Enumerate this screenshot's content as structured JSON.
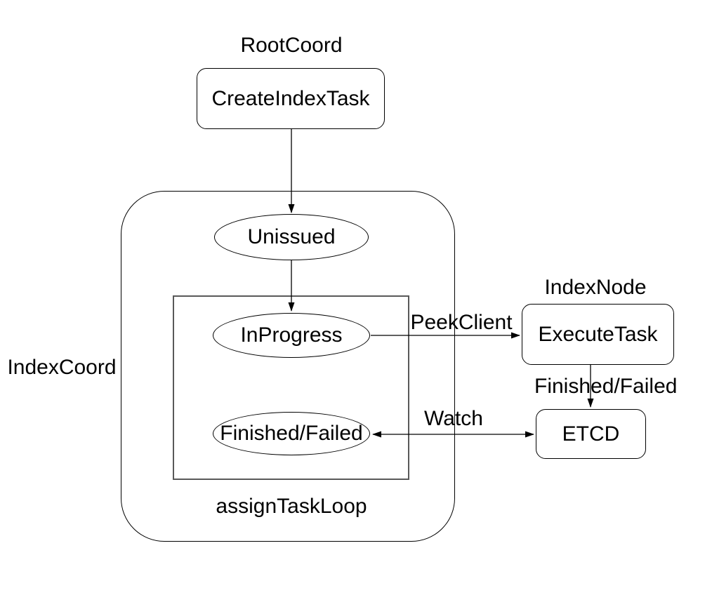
{
  "diagram": {
    "labels": {
      "root_coord": "RootCoord",
      "index_coord": "IndexCoord",
      "index_node": "IndexNode",
      "assign_task_loop": "assignTaskLoop"
    },
    "nodes": {
      "create_index_task": "CreateIndexTask",
      "unissued": "Unissued",
      "in_progress": "InProgress",
      "finished_failed": "Finished/Failed",
      "execute_task": "ExecuteTask",
      "etcd": "ETCD"
    },
    "edge_labels": {
      "peek_client": "PeekClient",
      "watch": "Watch",
      "finished_failed": "Finished/Failed"
    },
    "colors": {
      "stroke": "#000000",
      "inner_box_stroke": "#595959",
      "background": "#ffffff",
      "text": "#000000"
    }
  }
}
